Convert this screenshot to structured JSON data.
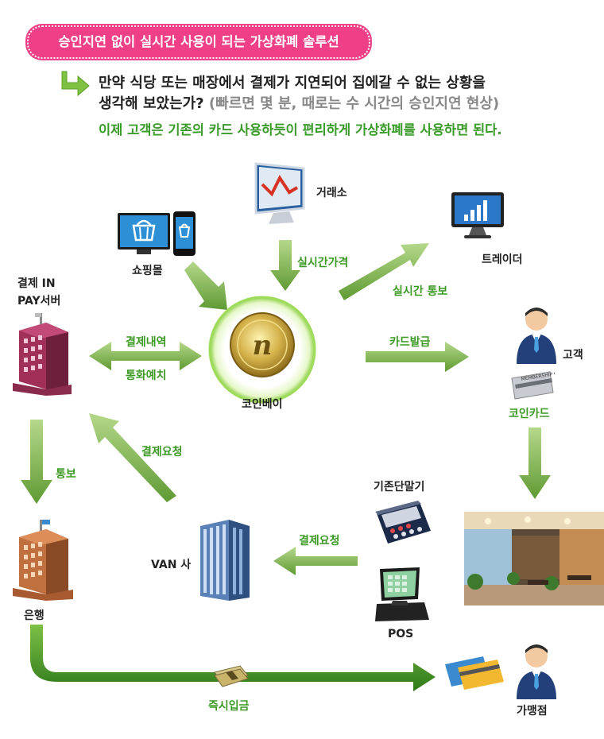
{
  "header": {
    "banner": "승인지연 없이 실시간 사용이 되는 가상화폐 솔루션",
    "question_line1": "만약 식당 또는 매장에서 결제가 지연되어 집에갈 수 없는 상황을",
    "question_line2": "생각해 보았는가?",
    "question_note": "(빠르면 몇 분, 때로는 수 시간의 승인지연 현상)",
    "answer": "이제 고객은 기존의 카드 사용하듯이 편리하게 가상화폐를 사용하면 된다."
  },
  "nodes": {
    "exchange": "거래소",
    "trader": "트레이더",
    "shopping_mall": "쇼핑몰",
    "payment_server_line1": "결제 IN",
    "payment_server_line2": "PAY서버",
    "coinpay": "코인베이",
    "customer": "고객",
    "coin_card": "코인카드",
    "bank": "은행",
    "van": "VAN 사",
    "legacy_terminal": "기존단말기",
    "pos": "POS",
    "merchant": "가맹점",
    "card_text": "MEMBERSHIP CARD"
  },
  "edges": {
    "realtime_price": "실시간가격",
    "realtime_notify": "실시간 통보",
    "payment_history": "결제내역",
    "currency_deposit": "통화예치",
    "card_issue": "카드발급",
    "notify": "통보",
    "payment_request_1": "결제요청",
    "payment_request_2": "결제요청",
    "instant_deposit": "즉시입금"
  },
  "colors": {
    "banner": "#ee3f87",
    "accent_green": "#3a9a2a",
    "arrow_green": "#7cae47",
    "gray_note": "#888888"
  }
}
